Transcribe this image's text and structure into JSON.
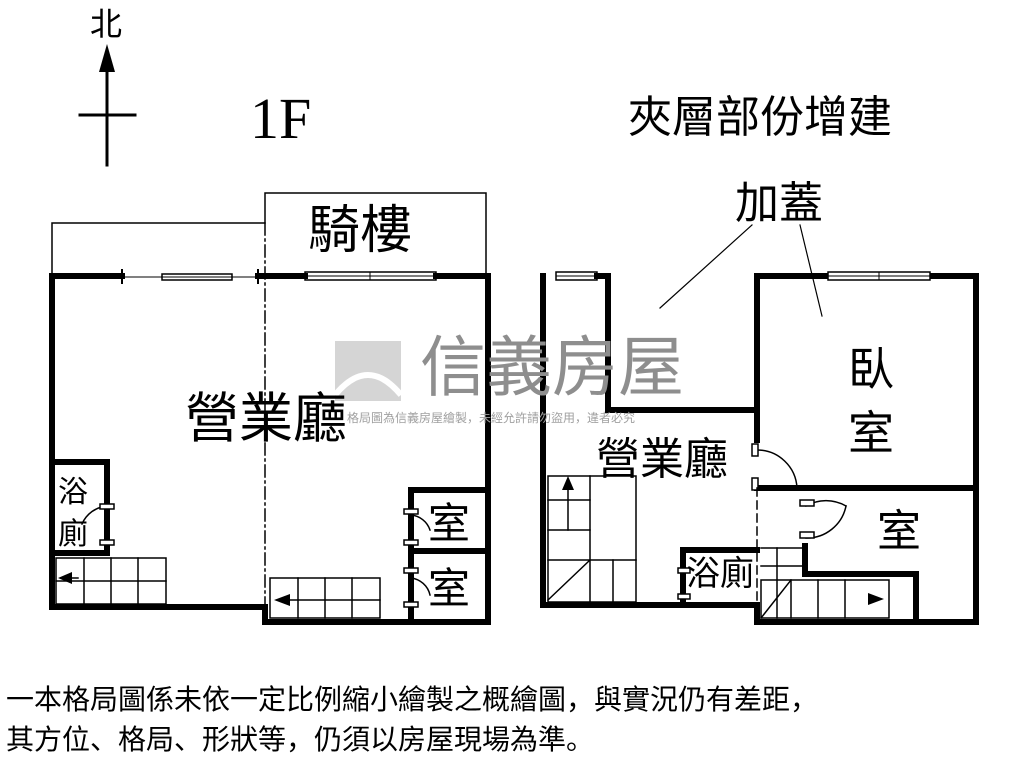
{
  "compass": {
    "north_label": "北"
  },
  "floor_label": "1F",
  "mezzanine": {
    "title": "夾層部份增建",
    "addition_label": "加蓋"
  },
  "rooms_1f": {
    "arcade": "騎樓",
    "business_hall": "營業廳",
    "bath_top": "浴",
    "bath_bottom": "廁",
    "room_upper": "室",
    "room_lower": "室"
  },
  "rooms_mezz": {
    "business_hall": "營業廳",
    "bedroom_top": "臥",
    "bedroom_bottom": "室",
    "room": "室",
    "bathroom": "浴廁"
  },
  "watermark": {
    "brand": "信義房屋",
    "notice": "格局圖為信義房屋繪製，未經允許請勿盜用，違者必究"
  },
  "disclaimer": {
    "line1": "一本格局圖係未依一定比例縮小繪製之概繪圖，與實況仍有差距，",
    "line2": "其方位、格局、形狀等，仍須以房屋現場為準。"
  }
}
